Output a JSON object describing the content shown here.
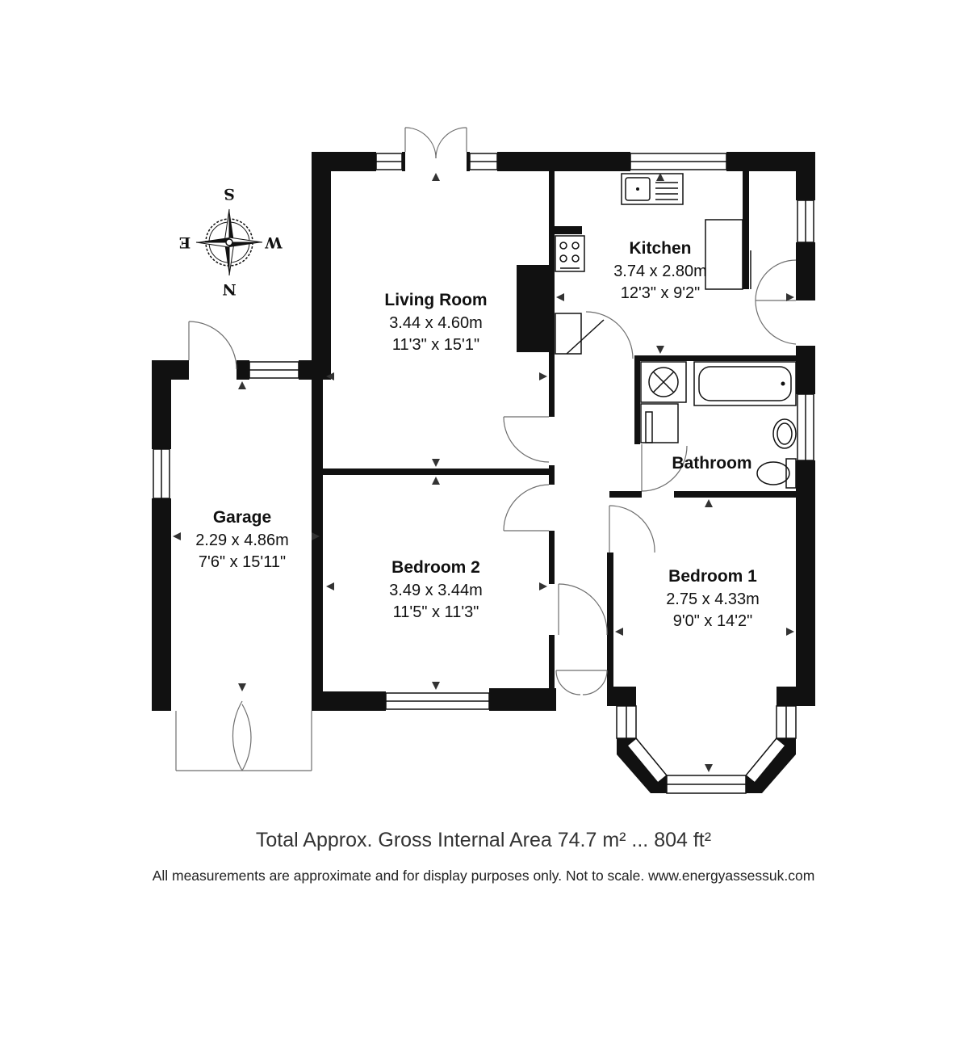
{
  "plan": {
    "rooms": {
      "living_room": {
        "name": "Living Room",
        "metric": "3.44 x 4.60m",
        "imperial": "11'3\" x 15'1\""
      },
      "kitchen": {
        "name": "Kitchen",
        "metric": "3.74 x 2.80m",
        "imperial": "12'3\" x 9'2\""
      },
      "garage": {
        "name": "Garage",
        "metric": "2.29 x 4.86m",
        "imperial": "7'6\" x 15'11\""
      },
      "bedroom_2": {
        "name": "Bedroom 2",
        "metric": "3.49 x 3.44m",
        "imperial": "11'5\" x 11'3\""
      },
      "bedroom_1": {
        "name": "Bedroom 1",
        "metric": "2.75 x 4.33m",
        "imperial": "9'0\" x 14'2\""
      },
      "bathroom": {
        "name": "Bathroom"
      }
    },
    "compass": {
      "top": "S",
      "left": "E",
      "right": "W",
      "bottom": "N"
    },
    "total_area": "Total Approx. Gross Internal Area 74.7 m² ... 804 ft²",
    "disclaimer": "All measurements are approximate and for display purposes only. Not to scale. www.energyassessuk.com"
  }
}
